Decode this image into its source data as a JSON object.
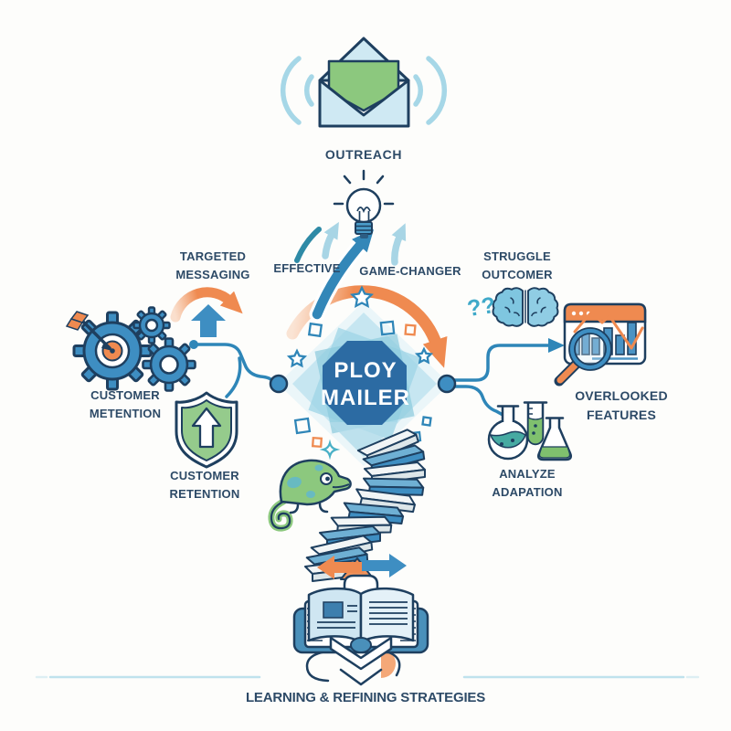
{
  "title": "Ploy Mailer strategy infographic",
  "palette": {
    "navy": "#1e3f5f",
    "text": "#2d4a67",
    "blue": "#3e8ec2",
    "connector": "#2e86b8",
    "light_blue": "#a6d7e7",
    "pale_blue": "#cfe9f3",
    "green": "#8cc87e",
    "shield_green": "#95cb8c",
    "teal_liquid": "#46aaa2",
    "orange": "#ef8a50",
    "light_orange": "#f4a878",
    "octagon_blue": "#2c6ba3",
    "brain_blue": "#7fc6e0"
  },
  "labels": {
    "outreach": "OUTREACH",
    "targeted_messaging": "TARGETED\nMESSAGING",
    "effective": "EFFECTIVE",
    "game_changer": "GAME-CHANGER",
    "struggle_outcomer": "STRUGGLE\nOUTCOMER",
    "customer_metention": "CUSTOMER\nMETENTION",
    "customer_retention": "CUSTOMER\nRETENTION",
    "center_title": "PLOY\nMAILER",
    "overlooked_features": "OVERLOOKED\nFEATURES",
    "analyze_adapation": "ANALYZE\nADAPATION",
    "question_marks": "??",
    "learning_refining": "LEARNING & REFINING STRATEGIES"
  },
  "icons": {
    "envelope": "open envelope with letter and broadcast waves",
    "lightbulb": "idea light bulb with rays",
    "gears_target": "gears with dart hitting a target",
    "shield": "shield with upward arrow",
    "diamond_badge": "layered diamond with octagon core",
    "brain": "brain with question marks",
    "analytics_window": "browser window with bar chart, trend line and magnifier",
    "flasks": "three laboratory flasks",
    "chameleon": "chameleon",
    "staircase": "winding staircase",
    "swap_arrows": "opposing orange and blue arrows",
    "open_book": "open book on tablet with refresh loop"
  }
}
